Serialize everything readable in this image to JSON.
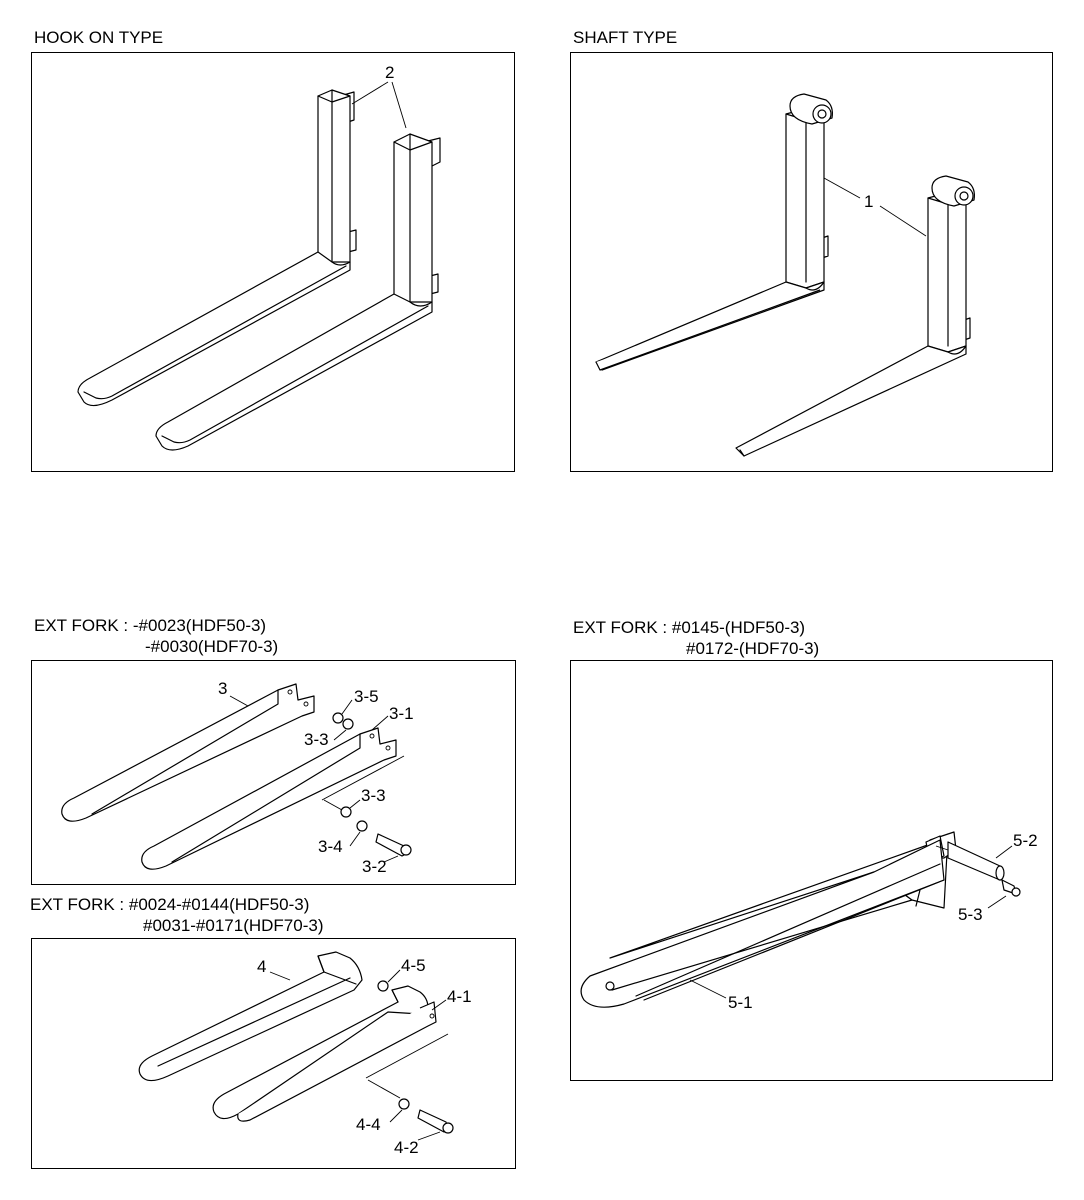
{
  "sections": {
    "hook_on": {
      "title": "HOOK ON TYPE"
    },
    "shaft": {
      "title": "SHAFT TYPE"
    },
    "ext_fork_a": {
      "title": "EXT FORK : -#0023(HDF50-3)",
      "subtitle": "-#0030(HDF70-3)"
    },
    "ext_fork_b": {
      "title": "EXT FORK : #0024-#0144(HDF50-3)",
      "subtitle": "#0031-#0171(HDF70-3)"
    },
    "ext_fork_c": {
      "title": "EXT FORK : #0145-(HDF50-3)",
      "subtitle": "#0172-(HDF70-3)"
    }
  },
  "callouts": {
    "c2": "2",
    "c1": "1",
    "c3": "3",
    "c3_5": "3-5",
    "c3_1": "3-1",
    "c3_3a": "3-3",
    "c3_3b": "3-3",
    "c3_4": "3-4",
    "c3_2": "3-2",
    "c4": "4",
    "c4_5": "4-5",
    "c4_1": "4-1",
    "c4_4": "4-4",
    "c4_2": "4-2",
    "c5_2": "5-2",
    "c5_3": "5-3",
    "c5_1": "5-1"
  }
}
